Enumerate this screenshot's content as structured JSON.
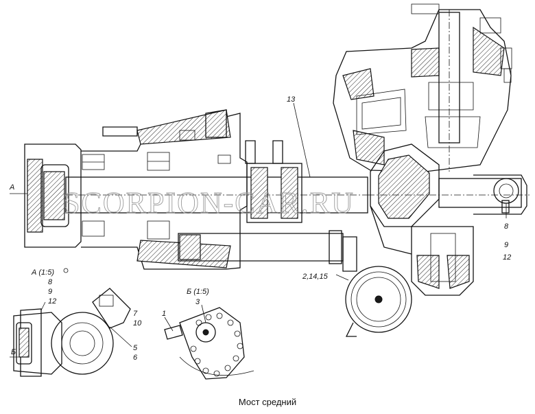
{
  "caption": "Мост средний",
  "watermark": "SCORPION-CAR.RU",
  "callouts": {
    "n13": "13",
    "a_left": "А",
    "n8_right": "8",
    "n9_right": "9",
    "n12_right": "12",
    "n2_14_15": "2,14,15",
    "view_a_title": "А (1:5)",
    "n8_a": "8",
    "n9_a": "9",
    "n12_a": "12",
    "n7": "7",
    "n10": "10",
    "n5": "5",
    "n6": "6",
    "b_left": "Б",
    "view_b_title": "Б (1:5)",
    "n3": "3",
    "n1": "1"
  },
  "icons": {
    "main_view": "axle-assembly-section-drawing",
    "view_a": "detail-view-a-drawing",
    "view_b": "detail-view-b-drawing"
  }
}
